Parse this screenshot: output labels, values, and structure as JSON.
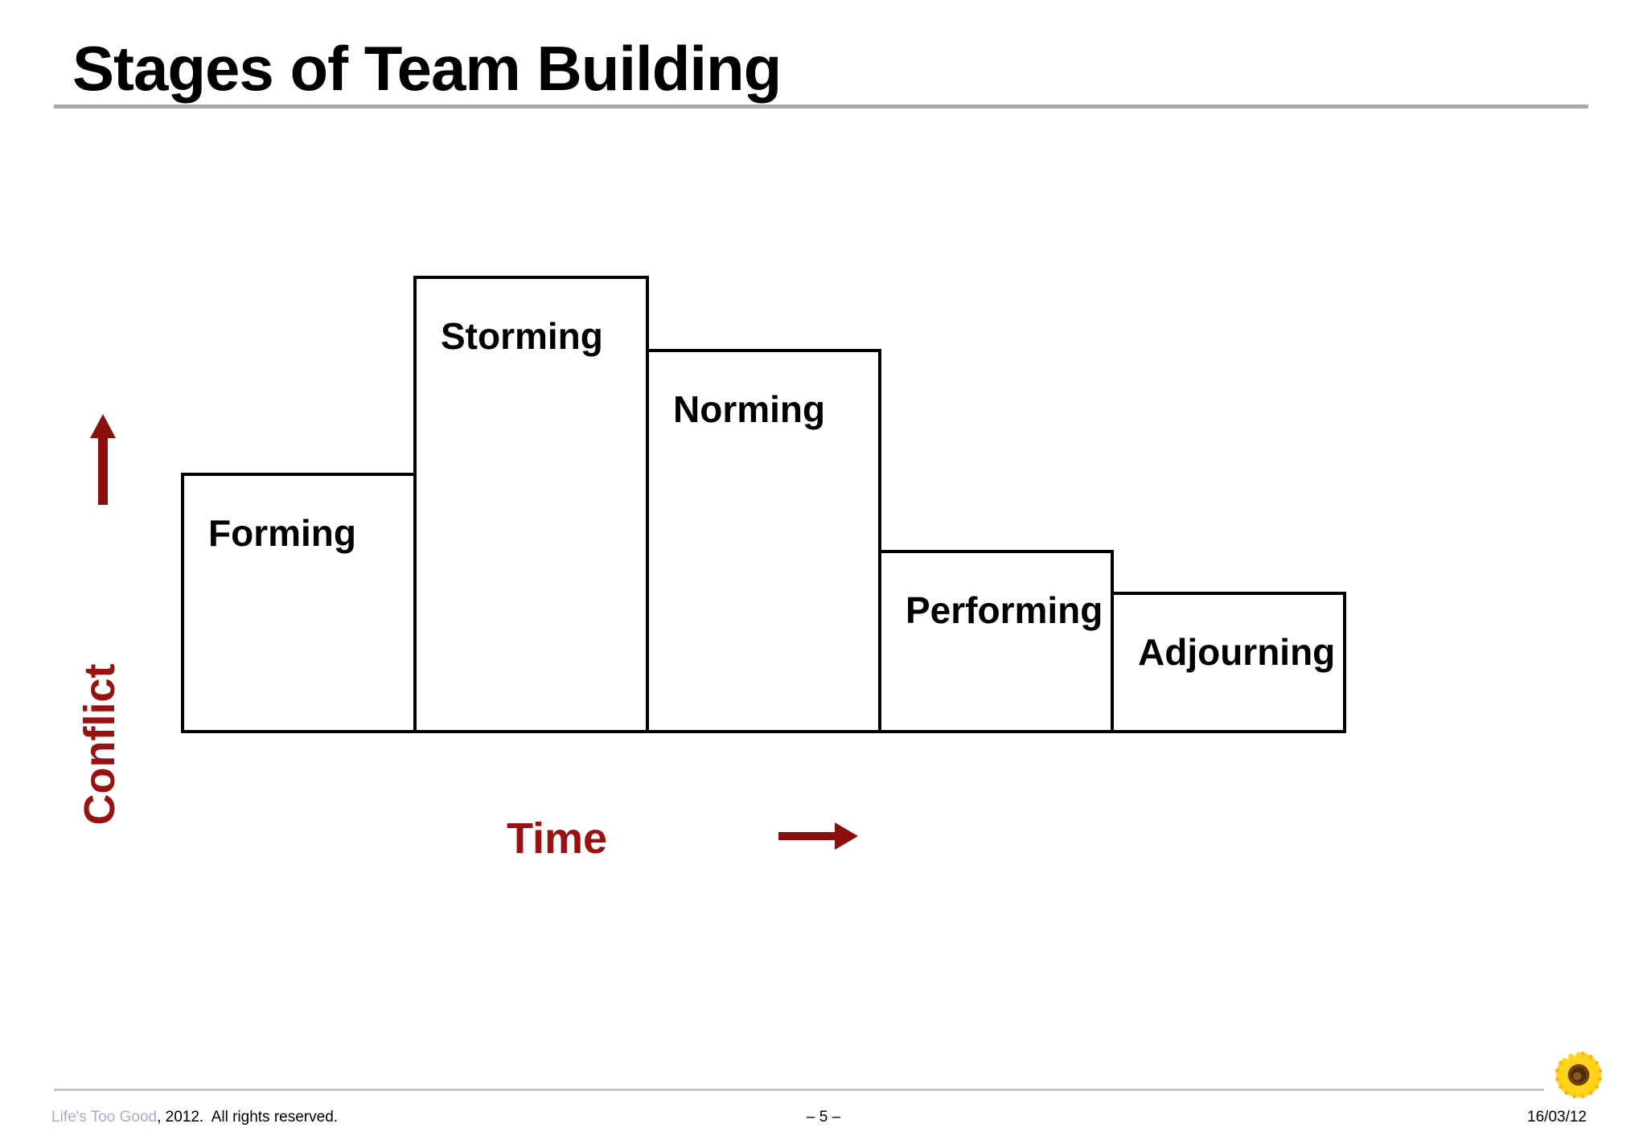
{
  "slide": {
    "title": "Stages of Team Building",
    "footer": {
      "credit_link": "Life's Too Good",
      "credit_rest": ", 2012.  All rights reserved.",
      "page_number": "– 5 –",
      "date": "16/03/12"
    }
  },
  "chart_data": {
    "type": "bar",
    "title": "Stages of Team Building",
    "categories": [
      "Forming",
      "Storming",
      "Norming",
      "Performing",
      "Adjourning"
    ],
    "values": [
      57,
      100,
      84,
      40,
      31
    ],
    "values_note": "relative conflict level per stage, Storming = 100 (read from bar heights; no numeric axis shown)",
    "xlabel": "Time",
    "ylabel": "Conflict",
    "ylim": [
      0,
      100
    ],
    "gridlines": false,
    "legend": "none",
    "bar_fill": "#ffffff",
    "bar_stroke": "#000000"
  },
  "icons": {
    "conflict_axis_arrow": "up-arrow",
    "time_axis_arrow": "right-arrow",
    "logo": "sunflower"
  },
  "colors": {
    "axis_text_red": "#9a1111",
    "arrow_red": "#8b0e0e",
    "title_underline_gray": "#a9a9a9",
    "footer_divider_gray": "#c6c6c6",
    "credit_link_periwinkle": "#aaaad6"
  }
}
